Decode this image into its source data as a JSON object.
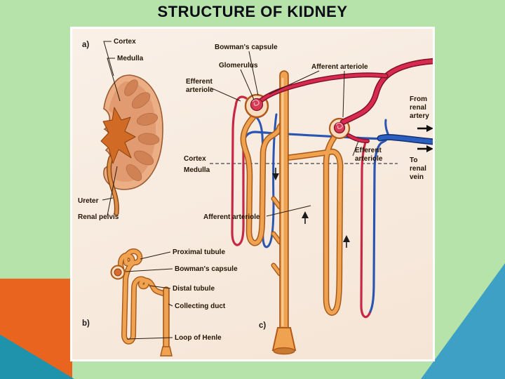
{
  "slide": {
    "title": "STRUCTURE OF KIDNEY"
  },
  "colors": {
    "background_green": "#b6e3a9",
    "accent_orange": "#e9641f",
    "accent_teal_dark": "#1f93ab",
    "accent_blue": "#3da0c4",
    "figure_background": "#f8ecdf",
    "tubule_orange": "#efa24f",
    "artery_red": "#d8294e",
    "vein_blue": "#2a5fc0",
    "label_text": "#241505"
  },
  "panel_a": {
    "tag": "a)",
    "labels": {
      "cortex": "Cortex",
      "medulla": "Medulla",
      "ureter": "Ureter",
      "renal_pelvis": "Renal pelvis"
    }
  },
  "panel_b": {
    "tag": "b)",
    "labels": {
      "proximal_tubule": "Proximal tubule",
      "bowmans_capsule": "Bowman's capsule",
      "distal_tubule": "Distal tubule",
      "collecting_duct": "Collecting duct",
      "loop_of_henle": "Loop of Henle"
    }
  },
  "panel_c": {
    "tag": "c)",
    "labels": {
      "bowmans_capsule": "Bowman's capsule",
      "glomerulus": "Glomerulus",
      "efferent_arteriole_left": [
        "Efferent",
        "arteriole"
      ],
      "afferent_arteriole_top": "Afferent arteriole",
      "cortex": "Cortex",
      "medulla": "Medulla",
      "efferent_arteriole_right": [
        "Efferent",
        "arteriole"
      ],
      "afferent_arteriole_bottom": "Afferent arteriole",
      "from_renal_artery": [
        "From",
        "renal",
        "artery"
      ],
      "to_renal_vein": [
        "To",
        "renal",
        "vein"
      ]
    }
  }
}
